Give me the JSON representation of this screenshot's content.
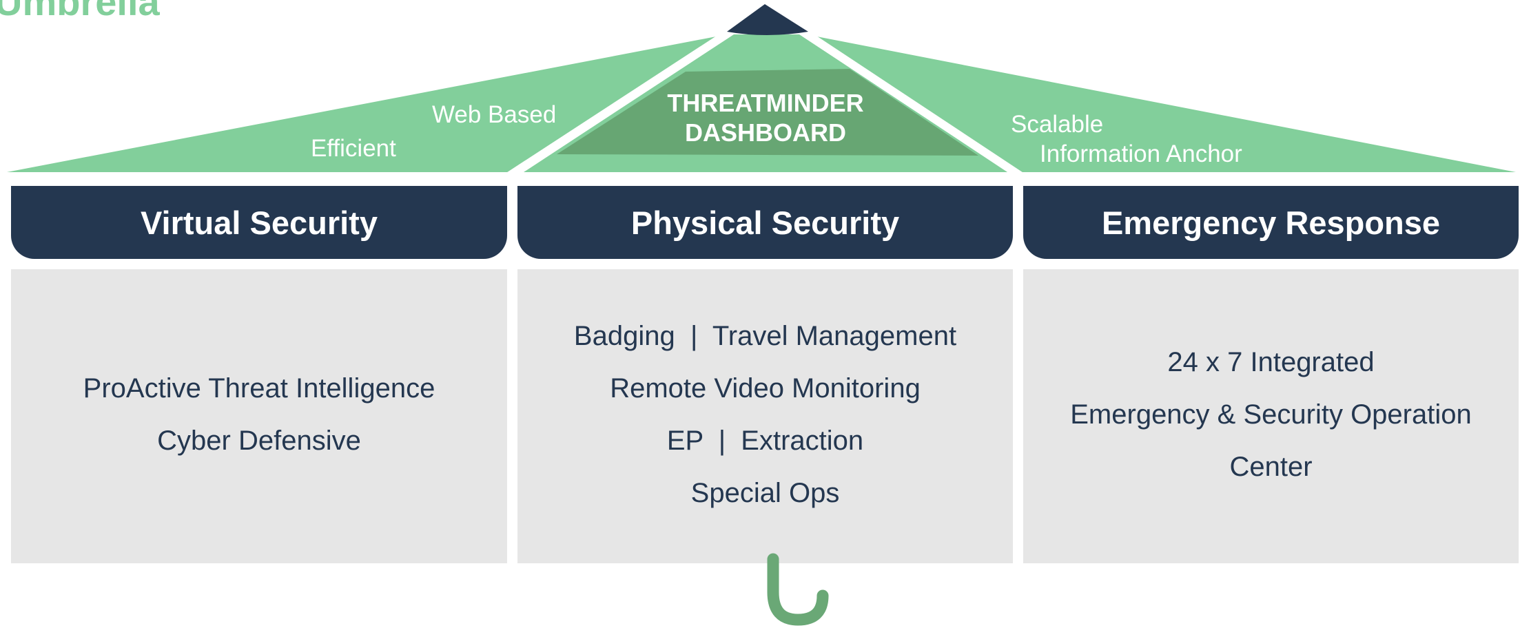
{
  "title_partial": "Umbrella",
  "center_label": {
    "line1": "THREATMINDER",
    "line2": "DASHBOARD"
  },
  "roof_labels": {
    "web_based": "Web Based",
    "efficient": "Efficient",
    "scalable": "Scalable",
    "information_anchor": "Information Anchor"
  },
  "columns": [
    {
      "header": "Virtual Security",
      "lines": [
        "ProActive Threat Intelligence",
        "Cyber Defensive"
      ]
    },
    {
      "header": "Physical Security",
      "lines": [
        "Badging  |  Travel Management",
        "Remote Video Monitoring",
        "EP  |  Extraction",
        "Special Ops"
      ]
    },
    {
      "header": "Emergency Response",
      "lines": [
        "24 x 7 Integrated",
        "Emergency & Security Operation",
        "Center"
      ]
    }
  ],
  "colors": {
    "canopy_green": "#82cf9b",
    "center_dark_green": "#67a673",
    "navy": "#243750",
    "panel_gray": "#e6e6e6",
    "handle_green": "#6aa876"
  }
}
